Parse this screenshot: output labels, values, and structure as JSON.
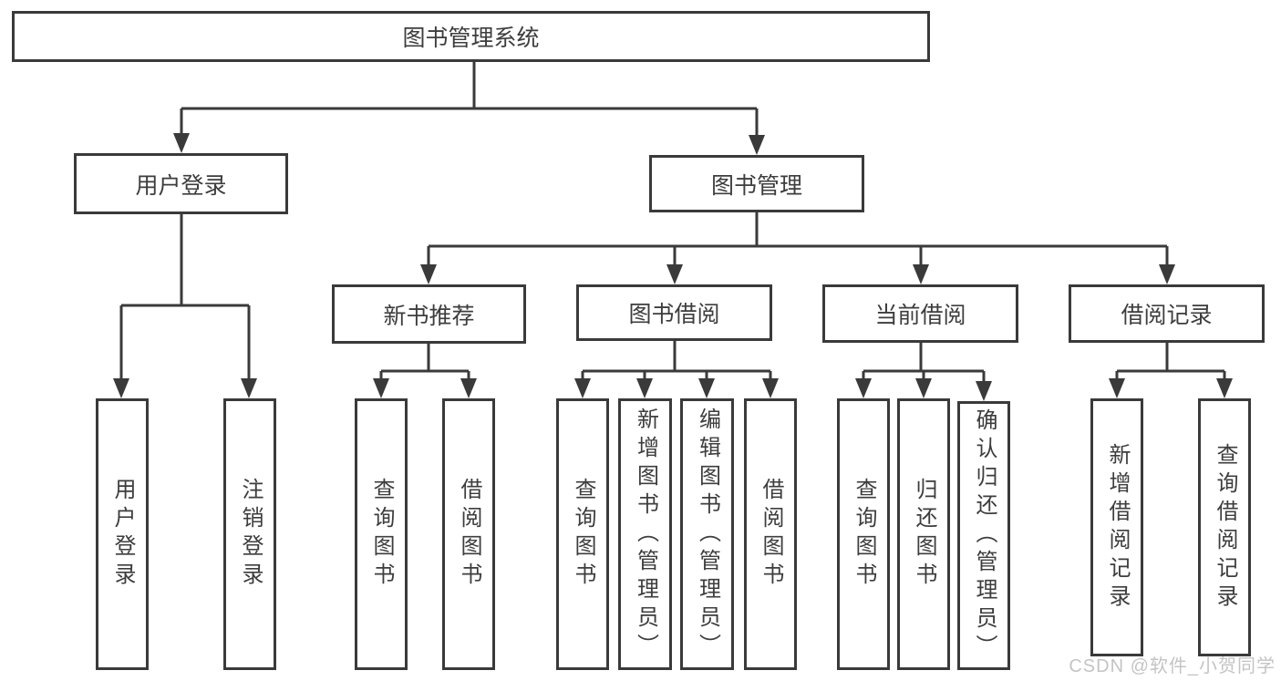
{
  "tree": {
    "root": "图书管理系统",
    "user_login": {
      "label": "用户登录",
      "children": [
        "用户登录",
        "注销登录"
      ]
    },
    "book_mgmt": {
      "label": "图书管理",
      "groups": [
        {
          "label": "新书推荐",
          "children": [
            "查询图书",
            "借阅图书"
          ]
        },
        {
          "label": "图书借阅",
          "children": [
            "查询图书",
            "新增图书（管理员）",
            "编辑图书（管理员）",
            "借阅图书"
          ]
        },
        {
          "label": "当前借阅",
          "children": [
            "查询图书",
            "归还图书",
            "确认归还（管理员）"
          ]
        },
        {
          "label": "借阅记录",
          "children": [
            "新增借阅记录",
            "查询借阅记录"
          ]
        }
      ]
    }
  },
  "watermark": "CSDN @软件_小贺同学",
  "colors": {
    "line": "#3a3a3a",
    "text": "#3d3d3d",
    "box_fill": "#ffffff",
    "watermark": "#c4c4c4",
    "background": "#ffffff"
  }
}
